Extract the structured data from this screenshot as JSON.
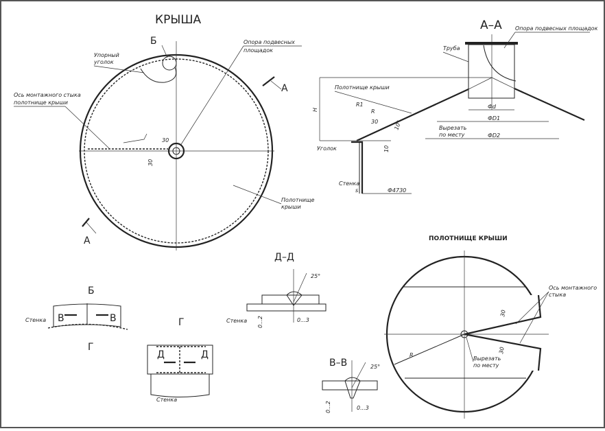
{
  "roof_plan": {
    "title": "КРЫША",
    "view_b": "Б",
    "section_mark": "А",
    "stop_angle": [
      "Упорный",
      "уголок"
    ],
    "joint_axis": [
      "Ось монтажного стыка",
      "полотнище крыши"
    ],
    "platform_support": [
      "Опора подвесных",
      "площадок"
    ],
    "roof_sheet": [
      "Полотнище",
      "крыши"
    ],
    "dim_30": "30"
  },
  "section_aa": {
    "title": "А–А",
    "platform_support": "Опора подвесных площадок",
    "pipe": "Труба",
    "roof_sheet": "Полотнище крыши",
    "angle": "Уголок",
    "wall": "Стенка",
    "dia_wall": "Ф4730",
    "dia_d": "Фd",
    "dia_d1": "ФD1",
    "dia_d2": "ФD2",
    "cut_in_place": [
      "Вырезать",
      "по месту"
    ],
    "r1": "R1",
    "r": "R",
    "dim_30": "30",
    "angle_10": "10°",
    "dim_10": "10",
    "height": "H",
    "thickness": "s"
  },
  "roof_sheet_view": {
    "title": "ПОЛОТНИЩЕ КРЫШИ",
    "joint_axis": [
      "Ось монтажного",
      "стыка"
    ],
    "cut_in_place": [
      "Вырезать",
      "по месту"
    ],
    "radius": "R",
    "dim_30": "30"
  },
  "detail_b": {
    "title": "Б",
    "wall": "Стенка",
    "section": "В",
    "view_g": "Г"
  },
  "detail_g": {
    "title": "Г",
    "section": "Д",
    "wall": "Стенка"
  },
  "section_dd": {
    "title": "Д–Д",
    "wall": "Стенка",
    "gap_v": "0...2",
    "gap_h": "0...3",
    "angle": "25°"
  },
  "section_vv": {
    "title": "В–В",
    "gap_v": "0...2",
    "gap_h": "0...3",
    "angle": "25°"
  }
}
